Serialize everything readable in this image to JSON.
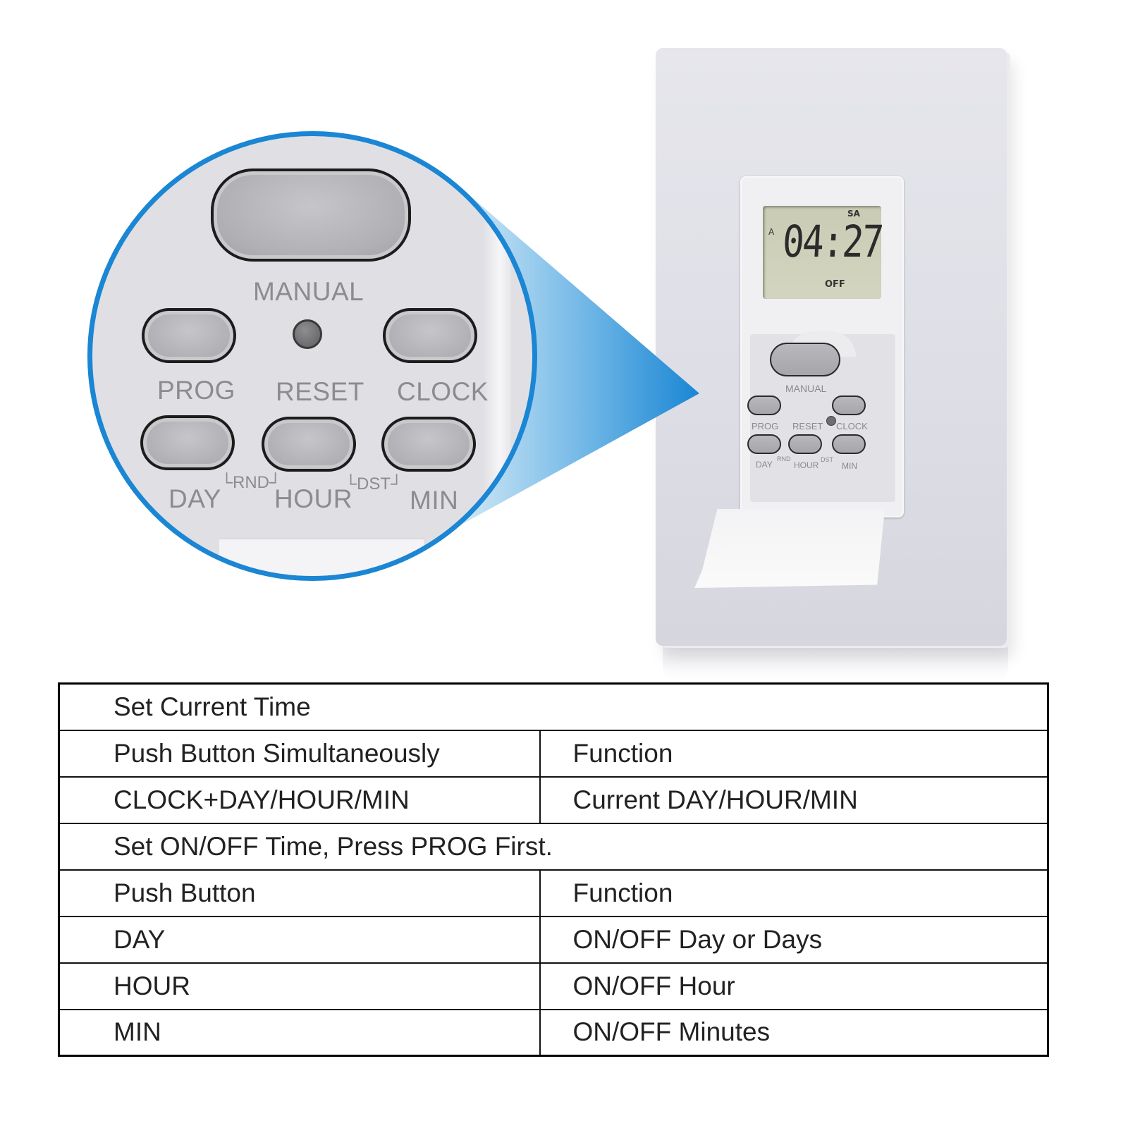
{
  "device": {
    "lcd": {
      "day_indicator": "SA",
      "mode_indicator": "A",
      "time": "04:27",
      "status": "OFF"
    },
    "buttons": {
      "manual": "MANUAL",
      "prog": "PROG",
      "reset": "RESET",
      "clock": "CLOCK",
      "day": "DAY",
      "hour": "HOUR",
      "min": "MIN",
      "rnd": "RND",
      "dst": "DST"
    }
  },
  "callout": {
    "labels": {
      "manual": "MANUAL",
      "prog": "PROG",
      "reset": "RESET",
      "clock": "CLOCK",
      "day": "DAY",
      "hour": "HOUR",
      "min": "MIN",
      "rnd": "└RND┘",
      "dst": "└DST┘"
    },
    "accent_color": "#1a86d4"
  },
  "table": {
    "section1_title": "Set Current Time",
    "section1_header": [
      "Push Button Simultaneously",
      "Function"
    ],
    "section1_rows": [
      [
        "CLOCK+DAY/HOUR/MIN",
        "Current DAY/HOUR/MIN"
      ]
    ],
    "section2_title": "Set ON/OFF Time, Press PROG First.",
    "section2_header": [
      "Push Button",
      "Function"
    ],
    "section2_rows": [
      [
        "DAY",
        "ON/OFF Day or Days"
      ],
      [
        "HOUR",
        "ON/OFF Hour"
      ],
      [
        "MIN",
        "ON/OFF Minutes"
      ]
    ]
  }
}
